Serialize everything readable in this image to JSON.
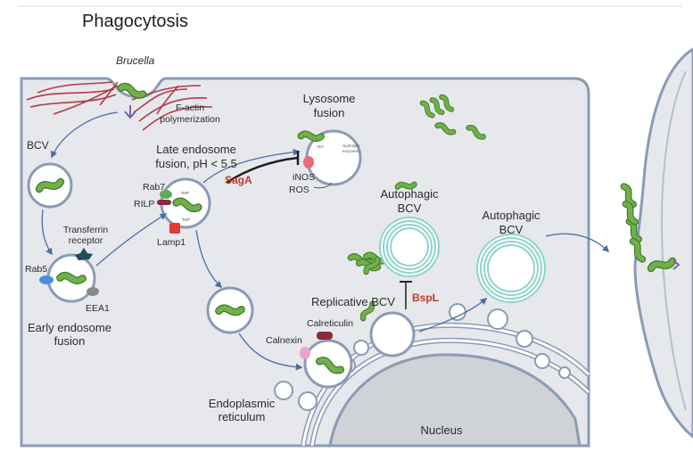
{
  "title": "Phagocytosis",
  "labels": {
    "brucella": "Brucella",
    "factin": [
      "F-actin",
      "polymerization"
    ],
    "bcv": "BCV",
    "transferrin": [
      "Transferrin",
      "receptor"
    ],
    "rab5": "Rab5",
    "eea1": "EEA1",
    "early": [
      "Early endosome",
      "fusion"
    ],
    "late": [
      "Late endosome",
      "fusion, pH < 5.5"
    ],
    "rab7": "Rab7",
    "rilp": "RILP",
    "lamp1": "Lamp1",
    "saga": "SagA",
    "lysosome": [
      "Lysosome",
      "fusion"
    ],
    "inos": "iNOS",
    "ros": "ROS",
    "no": "NO",
    "hydro": [
      "Hydrolytic",
      "enzymes"
    ],
    "tetp": "TetP",
    "autophagic1": [
      "Autophagic",
      "BCV"
    ],
    "autophagic2": [
      "Autophagic",
      "BCV"
    ],
    "bspl": "BspL",
    "replicative": "Replicative BCV",
    "calreticulin": "Calreticulin",
    "calnexin": "Calnexin",
    "er": [
      "Endoplasmic",
      "reticulum"
    ],
    "nucleus": "Nucleus"
  },
  "colors": {
    "cytoplasm": "#e6e8ec",
    "membrane": "#8b9bb5",
    "bacteria": "#5f9a3a",
    "actin": "#b53a44",
    "autophagic_ring": "#8fd4cc",
    "arrow": "#4a6fa5",
    "inhibitor": "#1f1f1f"
  }
}
